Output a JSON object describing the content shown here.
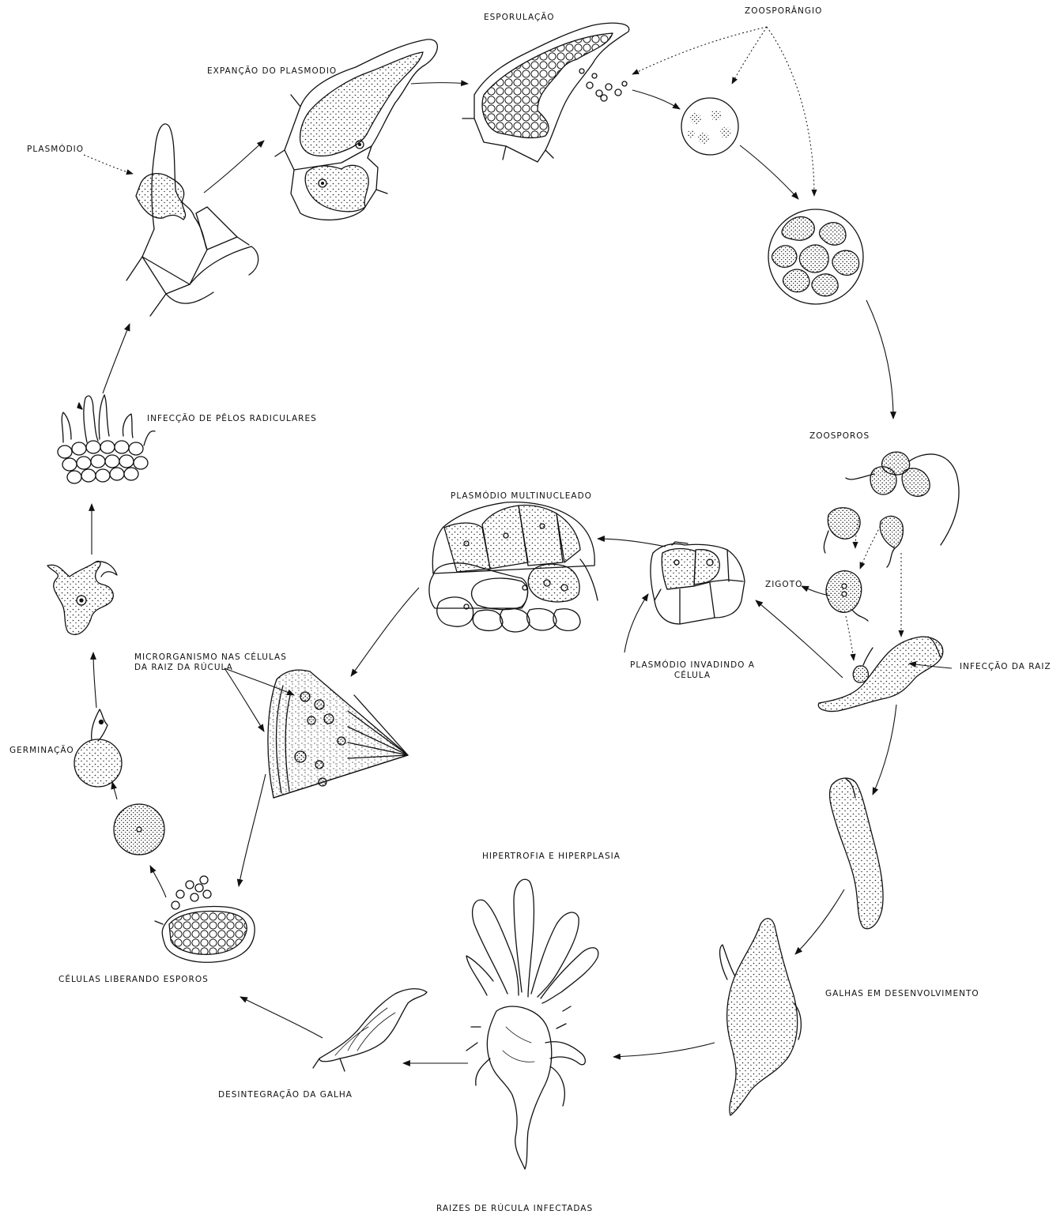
{
  "diagram": {
    "labels": {
      "zoosporangio": "ZOOSPORÂNGIO",
      "esporulacao": "ESPORULAÇÃO",
      "expansao": "EXPANÇÃO DO PLASMODIO",
      "plasmodio": "PLASMÓDIO",
      "infeccao_pelos": "INFECÇÃO DE PÊLOS RADICULARES",
      "zoosporos": "ZOOSPOROS",
      "plasmodio_multinucleado": "PLASMÓDIO MULTINUCLEADO",
      "zigoto": "ZIGOTO",
      "plasmodio_invadindo": "PLASMÓDIO INVADINDO A CÉLULA",
      "infeccao_raiz": "INFECÇÃO DA RAIZ",
      "microrganismo": "MICRORGANISMO NAS CÉLULAS DA RAIZ DA RÚCULA",
      "germinacao": "GERMINAÇÃO",
      "hipertrofia": "HIPERTROFIA E HIPERPLASIA",
      "galhas": "GALHAS EM DESENVOLVIMENTO",
      "celulas_liberando": "CÉLULAS LIBERANDO ESPOROS",
      "desintegracao": "DESINTEGRAÇÃO DA GALHA",
      "raizes": "RAIZES DE RÚCULA INFECTADAS"
    },
    "colors": {
      "ink": "#111111",
      "background": "#ffffff"
    }
  }
}
